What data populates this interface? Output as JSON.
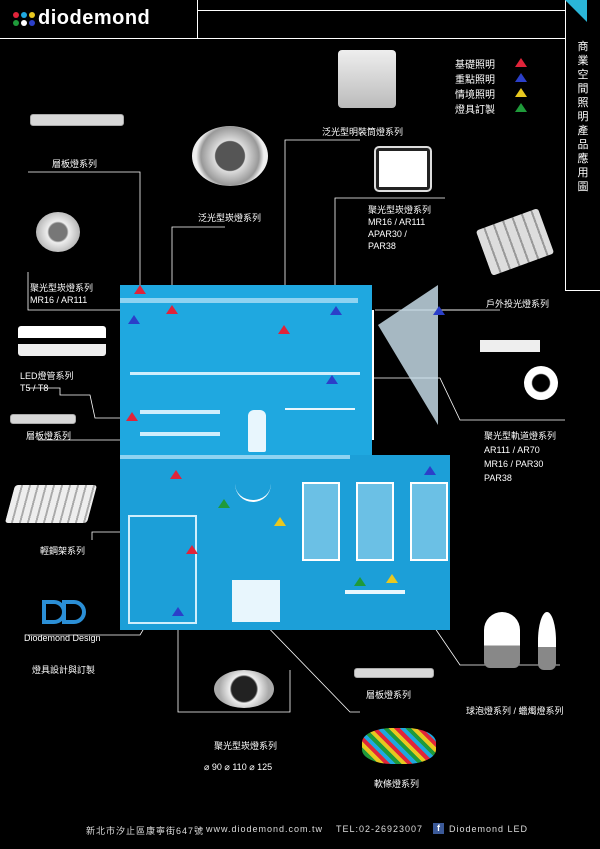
{
  "brand": {
    "name": "diodemond",
    "colors": {
      "background": "#000000",
      "room_blue": "#1fa8e0",
      "teal_corner": "#2ab6d8",
      "logo_blue": "#2b8fd6"
    }
  },
  "side_title": "商業空間照明產品應用圖",
  "legend": [
    {
      "label": "基礎照明",
      "color": "red"
    },
    {
      "label": "重點照明",
      "color": "blue"
    },
    {
      "label": "情境照明",
      "color": "yellow"
    },
    {
      "label": "燈具訂製",
      "color": "green"
    }
  ],
  "products": {
    "shelf1": "層板燈系列",
    "downlight_wide": "泛光型崁燈系列",
    "cylinder": "泛光型明裝筒燈系列",
    "spot_square": [
      "聚光型崁燈系列",
      "MR16 / AR111",
      "APAR30 /",
      "PAR38"
    ],
    "spot_round": [
      "聚光型崁燈系列",
      "MR16 / AR111"
    ],
    "led_tube": [
      "LED燈管系列",
      "T5 / T8"
    ],
    "shelf2": "層板燈系列",
    "outdoor": "戶外投光燈系列",
    "track": [
      "聚光型軌道燈系列",
      "AR111 / AR70",
      "MR16 / PAR30",
      "PAR38"
    ],
    "troffer": "輕鋼架系列",
    "design_name": "Diodemond Design",
    "custom": "燈具設計與訂製",
    "spot_bottom": [
      "聚光型崁燈系列",
      "⌀ 90  ⌀ 110  ⌀ 125"
    ],
    "shelf3": "層板燈系列",
    "bulb": "球泡燈系列 / 蠟燭燈系列",
    "strip": "軟條燈系列"
  },
  "footer": {
    "address": "新北市汐止區康寧街647號",
    "website": "www.diodemond.com.tw",
    "tel": "TEL:02-26923007",
    "fb_icon": "f",
    "fb": "Diodemond LED"
  }
}
